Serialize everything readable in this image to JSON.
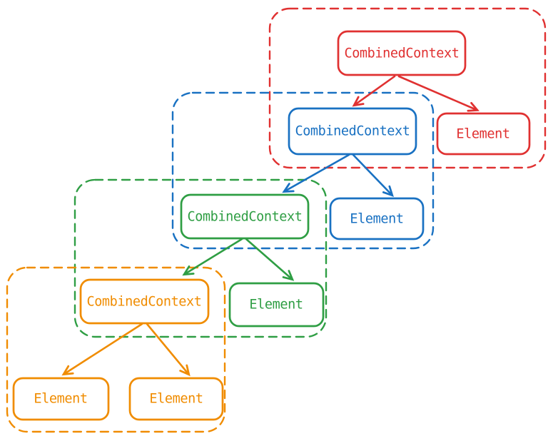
{
  "diagram": {
    "kind": "nested-context-tree",
    "node_label": "CombinedContext",
    "leaf_label": "Element",
    "levels": [
      {
        "name": "outermost",
        "color": "#e03131",
        "context": {
          "label": "CombinedContext"
        },
        "elements": [
          {
            "label": "Element"
          }
        ]
      },
      {
        "name": "second",
        "color": "#1971c2",
        "context": {
          "label": "CombinedContext"
        },
        "elements": [
          {
            "label": "Element"
          }
        ]
      },
      {
        "name": "third",
        "color": "#2f9e44",
        "context": {
          "label": "CombinedContext"
        },
        "elements": [
          {
            "label": "Element"
          }
        ]
      },
      {
        "name": "innermost",
        "color": "#f08c00",
        "context": {
          "label": "CombinedContext"
        },
        "elements": [
          {
            "label": "Element"
          },
          {
            "label": "Element"
          }
        ]
      }
    ]
  }
}
